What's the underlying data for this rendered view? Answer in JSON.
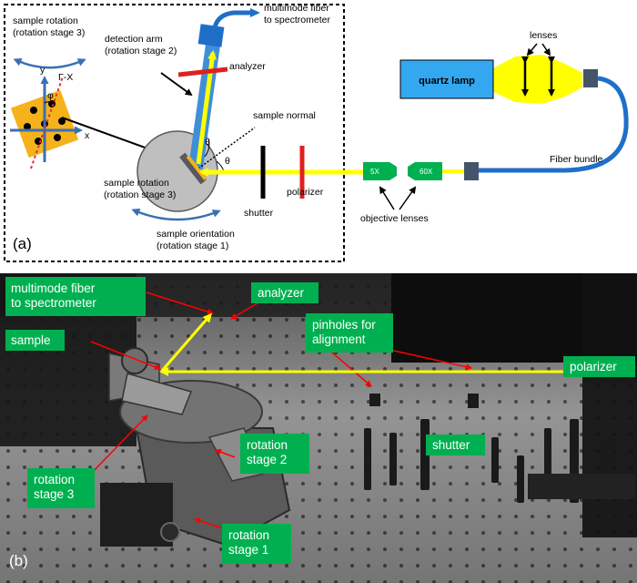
{
  "panel_a": {
    "id_label": "(a)",
    "sample_rotation_stage3": [
      "sample rotation",
      "(rotation stage 3)"
    ],
    "axis_y": "y",
    "axis_x": "x",
    "gamma_x": "Γ-X",
    "phi": "φ",
    "detection_arm": [
      "detection arm",
      "(rotation stage 2)"
    ],
    "multimode_fiber": [
      "multimode fiber",
      "to spectrometer"
    ],
    "analyzer": "analyzer",
    "sample_normal": "sample normal",
    "theta1": "θ",
    "theta2": "θ",
    "sample_rotation_label": [
      "sample rotation",
      "(rotation stage 3)"
    ],
    "sample_orientation": [
      "sample orientation",
      "(rotation stage 1)"
    ],
    "shutter": "shutter",
    "polarizer": "polarizer",
    "objective_5x": "5X",
    "objective_60x": "60X",
    "objective_lenses": "objective lenses",
    "lenses": "lenses",
    "quartz_lamp": "quartz lamp",
    "fiber_bundle": "Fiber bundle"
  },
  "panel_b": {
    "id_label": "(b)",
    "labels": {
      "multimode_fiber": [
        "multimode fiber",
        "to spectrometer"
      ],
      "analyzer": "analyzer",
      "pinholes": [
        "pinholes for",
        "alignment"
      ],
      "sample": "sample",
      "polarizer": "polarizer",
      "rotation_stage_2": [
        "rotation",
        "stage 2"
      ],
      "shutter": "shutter",
      "rotation_stage_3": [
        "rotation",
        "stage 3"
      ],
      "rotation_stage_1": [
        "rotation",
        "stage 1"
      ]
    }
  },
  "colors": {
    "beam": "#ffff00",
    "fiber": "#1f6fc9",
    "label_green": "#00b050",
    "pointer_red": "#ff0000",
    "sample_orange": "#f5b21b",
    "lamp_blue": "#33a8f0"
  }
}
